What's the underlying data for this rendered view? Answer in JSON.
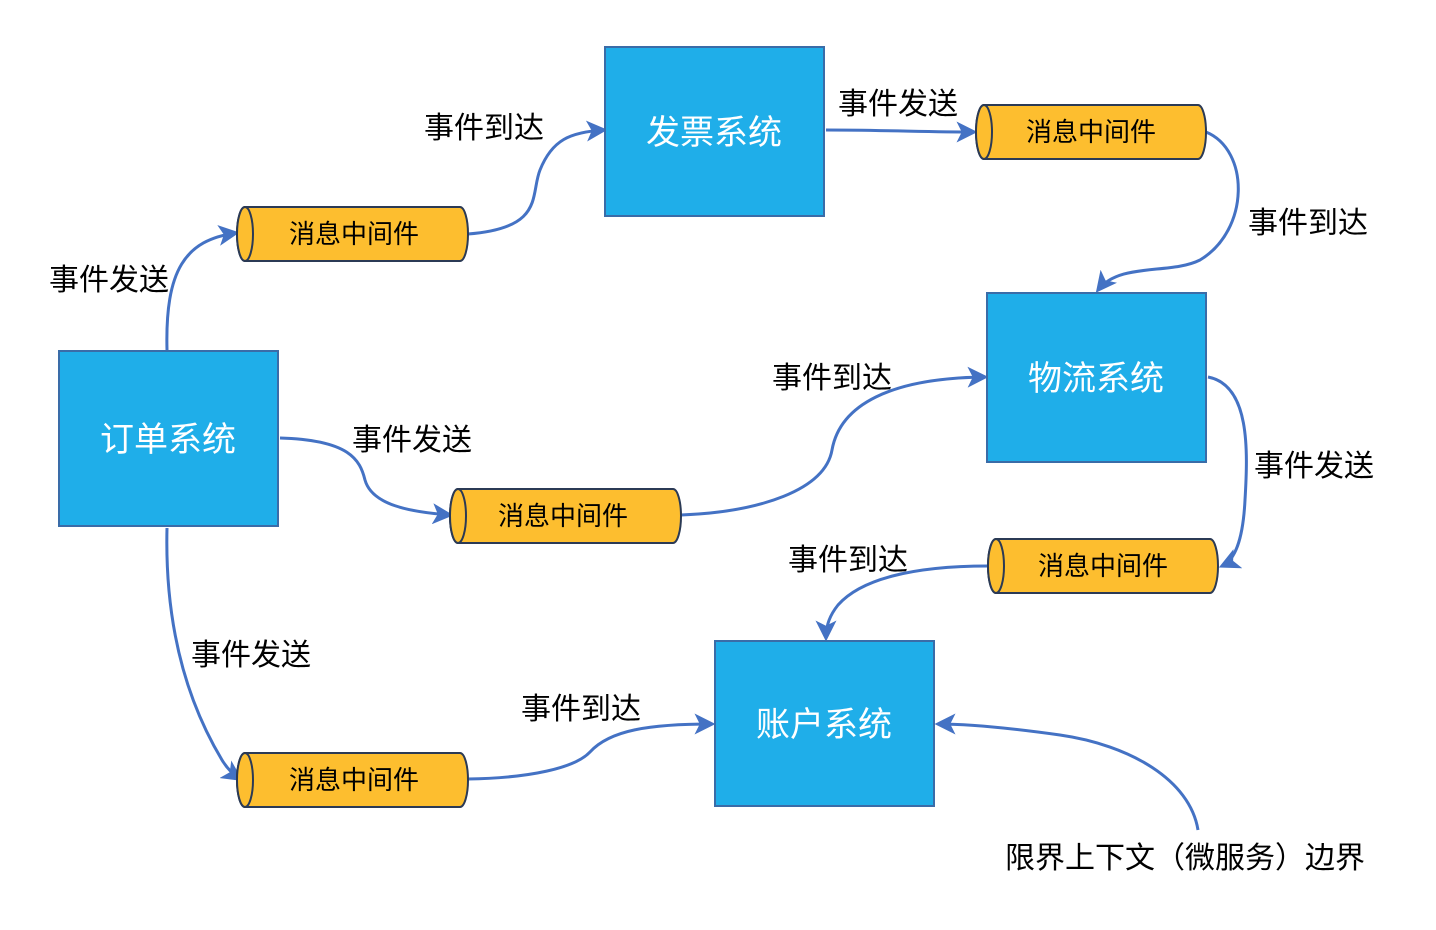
{
  "colors": {
    "system_fill": "#1FAEE9",
    "system_border": "#3A6CA8",
    "queue_fill": "#FDBE2F",
    "queue_border": "#2B3A55",
    "edge": "#4472C4"
  },
  "systems": {
    "order": "订单系统",
    "invoice": "发票系统",
    "logistics": "物流系统",
    "account": "账户系统"
  },
  "queues": {
    "q1": "消息中间件",
    "q2": "消息中间件",
    "q3": "消息中间件",
    "q4": "消息中间件",
    "q5": "消息中间件"
  },
  "events": {
    "e1_send": "事件发送",
    "e2_arrive": "事件到达",
    "e3_send": "事件发送",
    "e4_arrive": "事件到达",
    "e5_send": "事件发送",
    "e6_arrive": "事件到达",
    "e7_send": "事件发送",
    "e8_arrive": "事件到达",
    "e9_send": "事件发送",
    "e10_arrive": "事件到达"
  },
  "boundary_note": "限界上下文（微服务）边界"
}
